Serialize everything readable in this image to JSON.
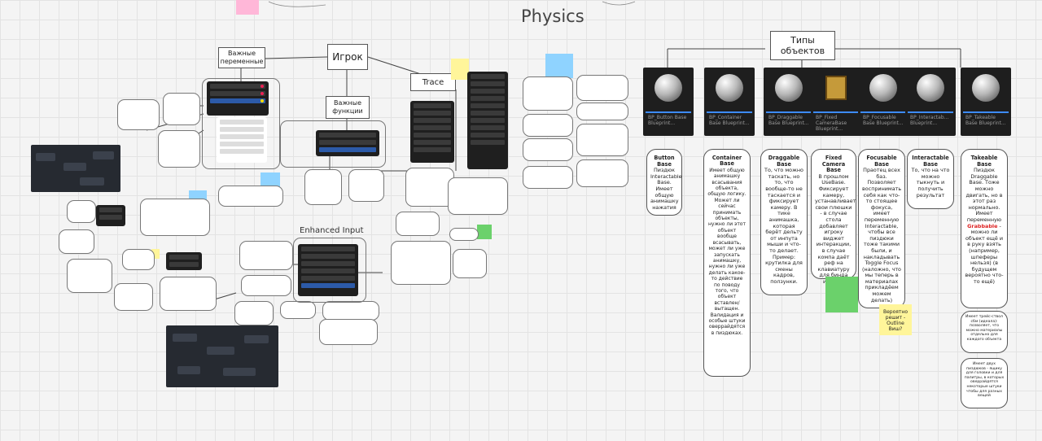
{
  "title": "Physics",
  "nodes": {
    "player": "Игрок",
    "important_vars": "Важные переменные",
    "important_funcs": "Важные функции",
    "trace": "Trace",
    "enhanced_input": "Enhanced Input",
    "object_types": "Типы объектов"
  },
  "cards": [
    {
      "label": "BP_Button Base Blueprint..."
    },
    {
      "label": "BP_Container Base Blueprint..."
    },
    {
      "label": "BP_Draggable Base Blueprint..."
    },
    {
      "label": "BP_Fixed CameraBase Blueprint..."
    },
    {
      "label": "BP_Focusable Base Blueprint..."
    },
    {
      "label": "BP_Interactab... Blueprint..."
    },
    {
      "label": "BP_Takeable Base Blueprint..."
    }
  ],
  "descriptions": {
    "button": {
      "title": "Button Base",
      "text": "Пиздюк Interactable Base. Имеет общую анимашку нажатия"
    },
    "container": {
      "title": "Container Base",
      "text": "Имеет общую анимашку всасывания объекта, общую логику. Может ли сейчас принимать объекты, нужно ли этот объект вообще всасывать, может ли уже запускать анимашку, нужно ли уже делать какое-то действие по поводу того, что объект вставлен/вытащен. Валидация и особые штуки оверрайдятся в пиздюках."
    },
    "draggable": {
      "title": "Draggable Base",
      "text": "То, что можно таскать, но то, что вообще-то не таскается и фиксирует камеру. В тике анимашка, которая берёт дельту от инпута мыши и что-то делает. Пример: крутилка для смены кадров, ползунки."
    },
    "fixed_camera": {
      "title": "Fixed Camera Base",
      "text": "В прошлом UseBase. Фиксирует камеру, устанавливает свои плюшки - в случае стола добавляет игроку виджет интеракции, в случае компа даёт реф на клавиатуру для бинда инпута."
    },
    "focusable": {
      "title": "Focusable Base",
      "text": "Праотец всех баз. Позволяет воспринимать себя как что-то стоящее фокуса, имеет переменную Interactable, чтобы все пиздюки тоже такими были, и накладывать Toggle Focus (наложно, что мы теперь в материалах прикладёем можем делать)"
    },
    "interactable": {
      "title": "Interactable Base",
      "text": "То, что на что можно тыкнуть и получить результат"
    },
    "takeable": {
      "title": "Takeable Base",
      "text_before": "Пиздюк Draggable Base. Тоже можно двигать, но в этот раз нормально. Имеет переменную",
      "highlight": "Grabbable",
      "text_after": "- можно ли объект ещё и в руку взять (например, шпеферы нельзя) (в будущем вероятно что-то ещё)"
    }
  },
  "side_notes": {
    "outline_q": "Вероятно решит - Outline Виш?",
    "takeable_note1": "Имеет трейс-ствол сбм (идеала): позволяет, что можно материалы отдельно для каждого объекта",
    "takeable_note2": "Имеет двух пиздюков - ящику для головки и для палитры, в которых оверрайдятся некоторые штуки чтобы для разных вещей"
  },
  "colors": {
    "accent_red": "#dd2222",
    "card_bg": "#1e1e1e",
    "blueprint_bg": "#262a31",
    "sticky_yellow": "#fff59a",
    "sticky_blue": "#8fd3ff",
    "sticky_green": "#6bd16b"
  }
}
